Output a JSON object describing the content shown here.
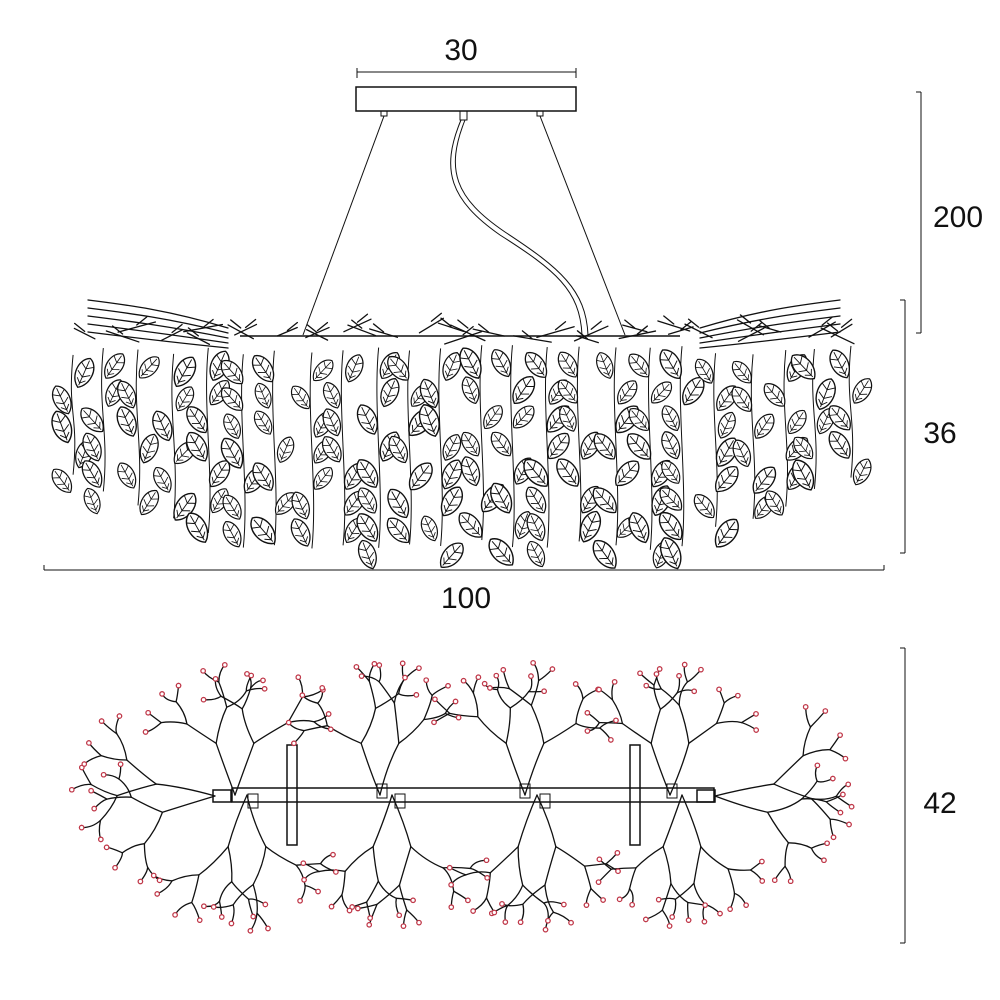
{
  "dimensions": {
    "canopy_width": "30",
    "suspension_height": "200",
    "fixture_height": "36",
    "fixture_length": "100",
    "top_view_depth": "42"
  },
  "colors": {
    "line": "#111111",
    "tip_accent": "#c0394a"
  }
}
